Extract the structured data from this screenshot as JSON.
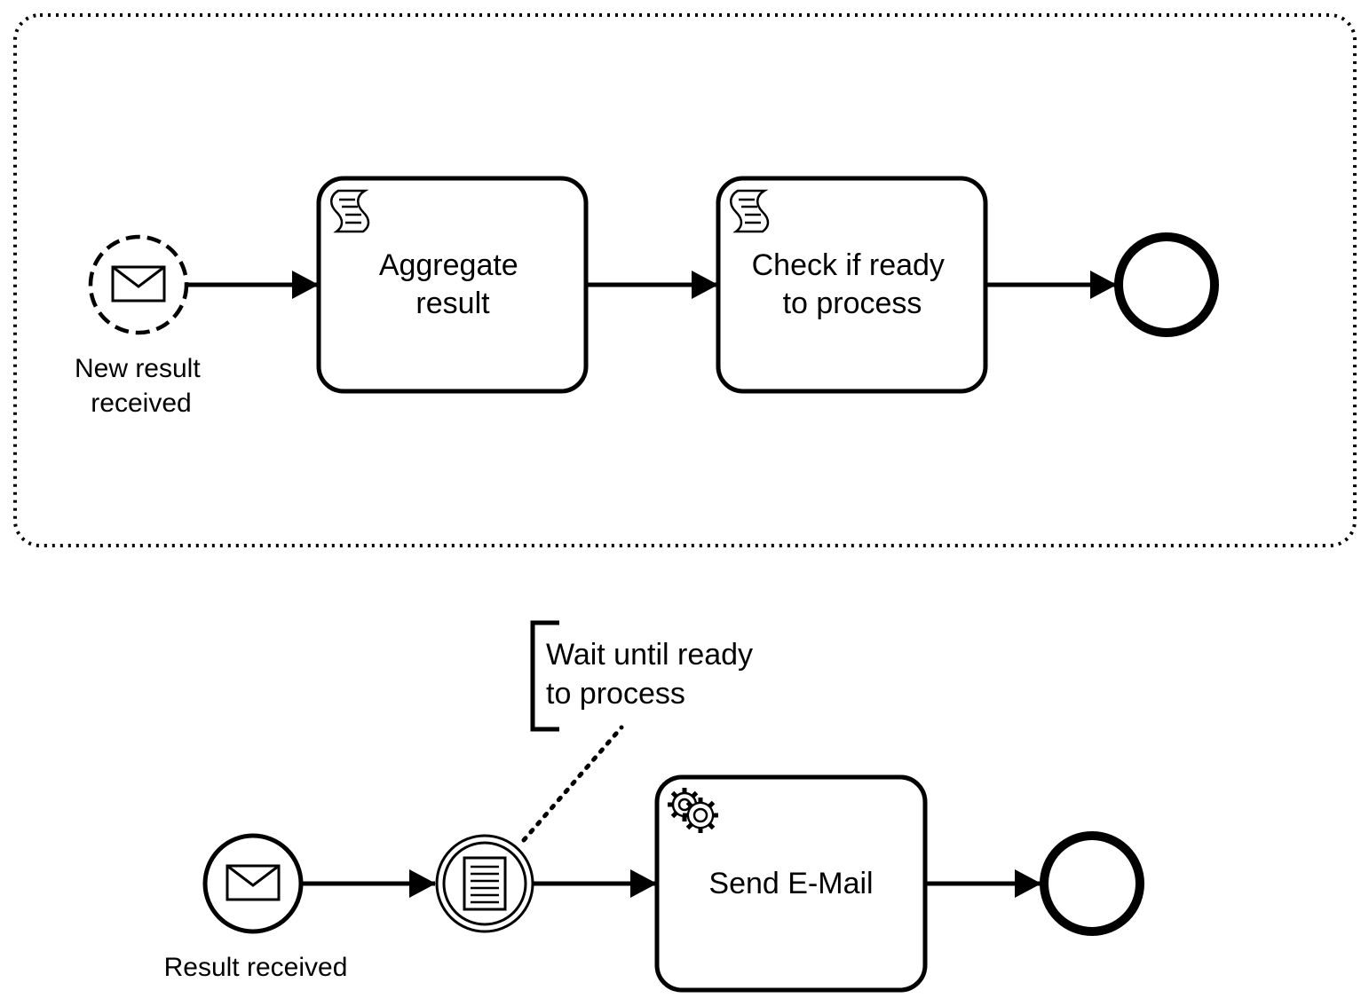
{
  "colors": {
    "stroke": "#000000",
    "background": "#ffffff"
  },
  "subprocess": {
    "kind": "event-subprocess",
    "start_event": {
      "icon": "envelope-icon",
      "label_lines": [
        "New result",
        "received"
      ]
    },
    "tasks": [
      {
        "icon": "script-icon",
        "label_lines": [
          "Aggregate",
          "result"
        ]
      },
      {
        "icon": "script-icon",
        "label_lines": [
          "Check if ready",
          "to process"
        ]
      }
    ]
  },
  "main_flow": {
    "start_event": {
      "icon": "envelope-icon",
      "label_lines": [
        "Result received"
      ]
    },
    "intermediate_event": {
      "icon": "document-icon"
    },
    "annotation": {
      "label_lines": [
        "Wait until ready",
        "to process"
      ]
    },
    "task": {
      "icon": "gear-icon",
      "label_lines": [
        "Send E-Mail"
      ]
    }
  }
}
